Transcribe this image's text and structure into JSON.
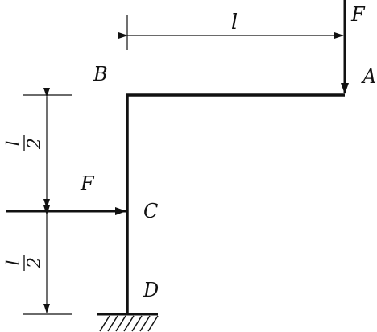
{
  "labels": {
    "A": "A",
    "B": "B",
    "C": "C",
    "D": "D",
    "F_top": "F",
    "F_side": "F",
    "len_top": "l",
    "half_num": "l",
    "half_den": "2"
  },
  "colors": {
    "stroke": "#111111",
    "background": "#ffffff"
  }
}
